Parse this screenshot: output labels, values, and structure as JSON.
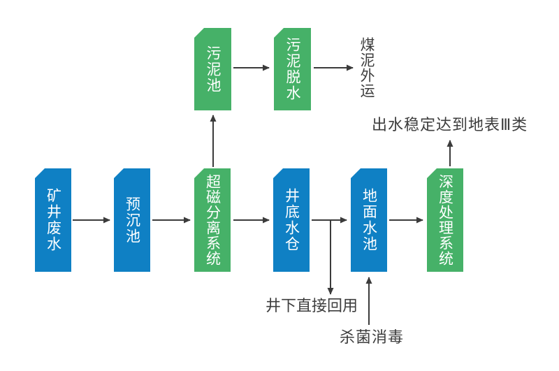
{
  "flowchart": {
    "background": "#FFFFFF",
    "colors": {
      "blue": "#0F80C4",
      "green": "#46B168",
      "arrow": "#3B3B3B",
      "text": "#3D3D3D",
      "node_text": "#FFFFFF"
    },
    "nodes": [
      {
        "id": "mine-wastewater",
        "label": "矿井废水",
        "color": "blue"
      },
      {
        "id": "pre-sedimentation-tank",
        "label": "预沉池",
        "color": "blue"
      },
      {
        "id": "super-magnetic-separation-system",
        "label": "超磁分离系统",
        "color": "green"
      },
      {
        "id": "shaft-bottom-sump",
        "label": "井底水仓",
        "color": "blue"
      },
      {
        "id": "surface-pool",
        "label": "地面水池",
        "color": "blue"
      },
      {
        "id": "advanced-treatment-system",
        "label": "深度处理系统",
        "color": "green"
      },
      {
        "id": "sludge-tank",
        "label": "污泥池",
        "color": "green"
      },
      {
        "id": "sludge-dewatering",
        "label": "污泥脱水",
        "color": "green"
      }
    ],
    "annotations": [
      {
        "id": "coal-slime-outbound",
        "label": "煤泥外运"
      },
      {
        "id": "effluent-standard",
        "label": "出水稳定达到地表Ⅲ类"
      },
      {
        "id": "underground-direct-reuse",
        "label": "井下直接回用"
      },
      {
        "id": "disinfection",
        "label": "杀菌消毒"
      }
    ],
    "edges": [
      "矿井废水→预沉池",
      "预沉池→超磁分离系统",
      "超磁分离系统→井底水仓",
      "井底水仓→地面水池",
      "地面水池→深度处理系统",
      "超磁分离系统→污泥池",
      "污泥池→污泥脱水",
      "污泥脱水→煤泥外运",
      "深度处理系统→出水稳定达到地表Ⅲ类",
      "井底水仓→井下直接回用",
      "杀菌消毒→地面水池"
    ]
  }
}
